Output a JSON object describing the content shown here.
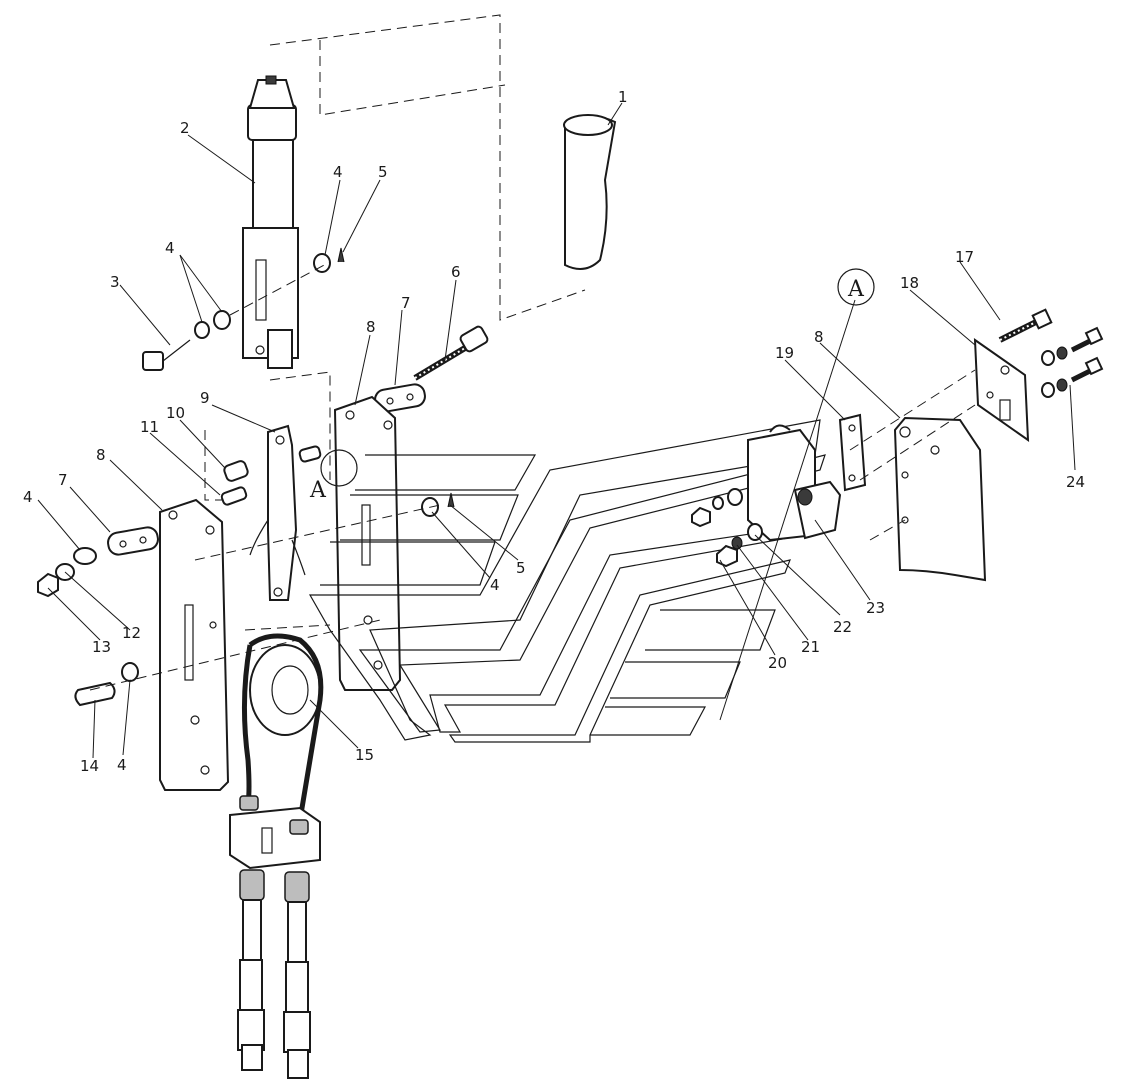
{
  "diagram": {
    "view_marker": "A",
    "detail_marker": "A",
    "callouts": {
      "c1": "1",
      "c2": "2",
      "c3": "3",
      "c4a": "4",
      "c4b": "4",
      "c4c": "4",
      "c4d": "4",
      "c4e": "4",
      "c5a": "5",
      "c5b": "5",
      "c6": "6",
      "c7a": "7",
      "c7b": "7",
      "c8a": "8",
      "c8b": "8",
      "c8c": "8",
      "c9": "9",
      "c10": "10",
      "c11": "11",
      "c12": "12",
      "c13": "13",
      "c14": "14",
      "c15": "15",
      "c17": "17",
      "c18": "18",
      "c19": "19",
      "c20": "20",
      "c21": "21",
      "c22": "22",
      "c23": "23",
      "c24": "24"
    }
  }
}
